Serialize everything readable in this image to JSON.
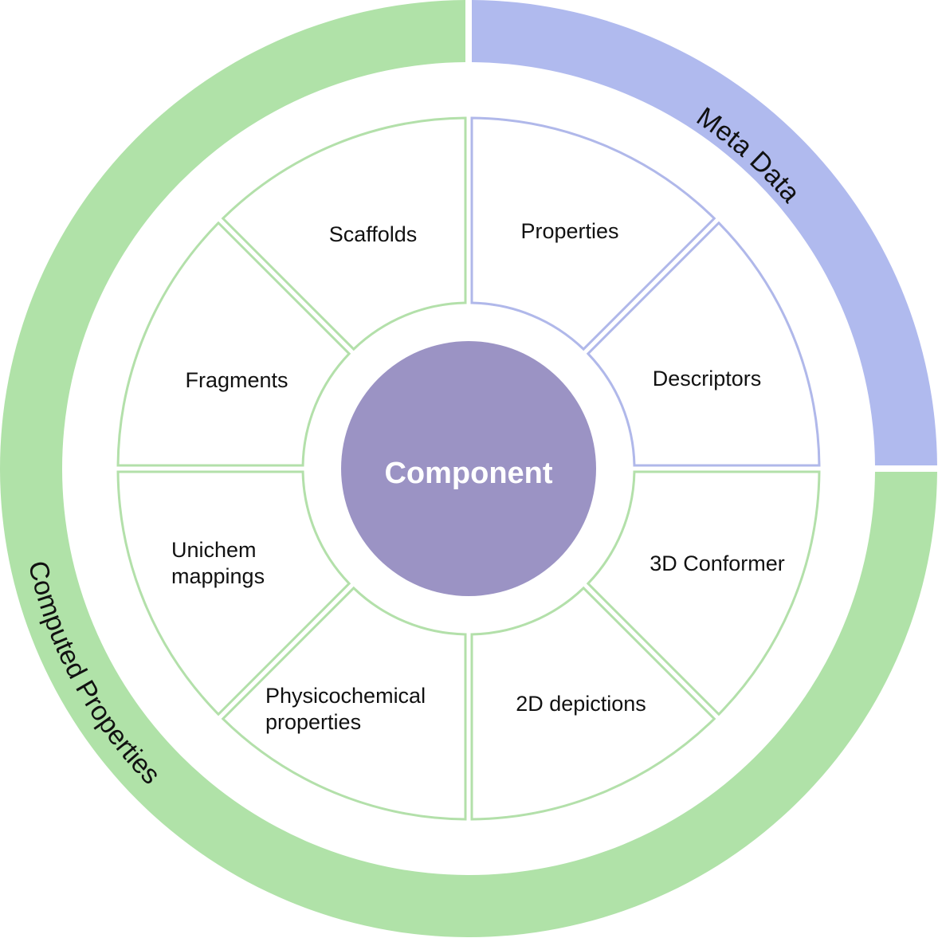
{
  "center": {
    "label": "Component",
    "color": "#9b93c4"
  },
  "rings": {
    "meta": {
      "label": "Meta Data",
      "color": "#b0baee"
    },
    "computed": {
      "label": "Computed Properties",
      "color": "#b0e2a8"
    }
  },
  "segments": [
    {
      "lines": [
        "Properties"
      ],
      "group": "meta"
    },
    {
      "lines": [
        "Descriptors"
      ],
      "group": "meta"
    },
    {
      "lines": [
        "3D Conformer"
      ],
      "group": "computed"
    },
    {
      "lines": [
        "2D depictions"
      ],
      "group": "computed"
    },
    {
      "lines": [
        "Physicochemical",
        "properties"
      ],
      "group": "computed"
    },
    {
      "lines": [
        "Unichem",
        "mappings"
      ],
      "group": "computed"
    },
    {
      "lines": [
        "Fragments"
      ],
      "group": "computed"
    },
    {
      "lines": [
        "Scaffolds"
      ],
      "group": "computed"
    }
  ]
}
